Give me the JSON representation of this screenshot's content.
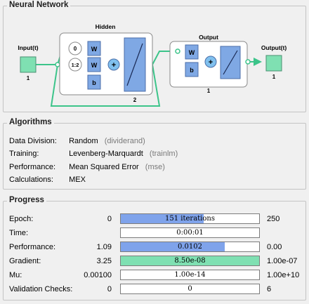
{
  "panels": {
    "network_title": "Neural Network",
    "algorithms_title": "Algorithms",
    "progress_title": "Progress"
  },
  "network": {
    "input_label": "Input(t)",
    "input_size": "1",
    "hidden_label": "Hidden",
    "hidden_size": "2",
    "delay_top": "0",
    "delay_bottom": "1:2",
    "weight": "W",
    "bias": "b",
    "output_layer_label": "Output",
    "output_layer_size": "1",
    "output_label": "Output(t)",
    "output_size": "1",
    "colors": {
      "io_block": "#7fe0b2",
      "layer_block": "#7fa8e4",
      "sum": "#80c0ee"
    }
  },
  "algorithms": [
    {
      "label": "Data Division:",
      "value": "Random",
      "fn": "(dividerand)"
    },
    {
      "label": "Training:",
      "value": "Levenberg-Marquardt",
      "fn": "(trainlm)"
    },
    {
      "label": "Performance:",
      "value": "Mean Squared Error",
      "fn": "(mse)"
    },
    {
      "label": "Calculations:",
      "value": "MEX",
      "fn": ""
    }
  ],
  "progress": [
    {
      "label": "Epoch:",
      "start": "0",
      "current": "151 iterations",
      "end": "250",
      "fraction": 0.6,
      "color": "#7fa3eb"
    },
    {
      "label": "Time:",
      "start": "",
      "current": "0:00:01",
      "end": "",
      "fraction": 0,
      "color": "#7fa3eb"
    },
    {
      "label": "Performance:",
      "start": "1.09",
      "current": "0.0102",
      "end": "0.00",
      "fraction": 0.75,
      "color": "#7fa3eb"
    },
    {
      "label": "Gradient:",
      "start": "3.25",
      "current": "8.50e-08",
      "end": "1.00e-07",
      "fraction": 1.0,
      "color": "#7fe0b2"
    },
    {
      "label": "Mu:",
      "start": "0.00100",
      "current": "1.00e-14",
      "end": "1.00e+10",
      "fraction": 0,
      "color": "#7fa3eb"
    },
    {
      "label": "Validation Checks:",
      "start": "0",
      "current": "0",
      "end": "6",
      "fraction": 0,
      "color": "#7fa3eb"
    }
  ]
}
